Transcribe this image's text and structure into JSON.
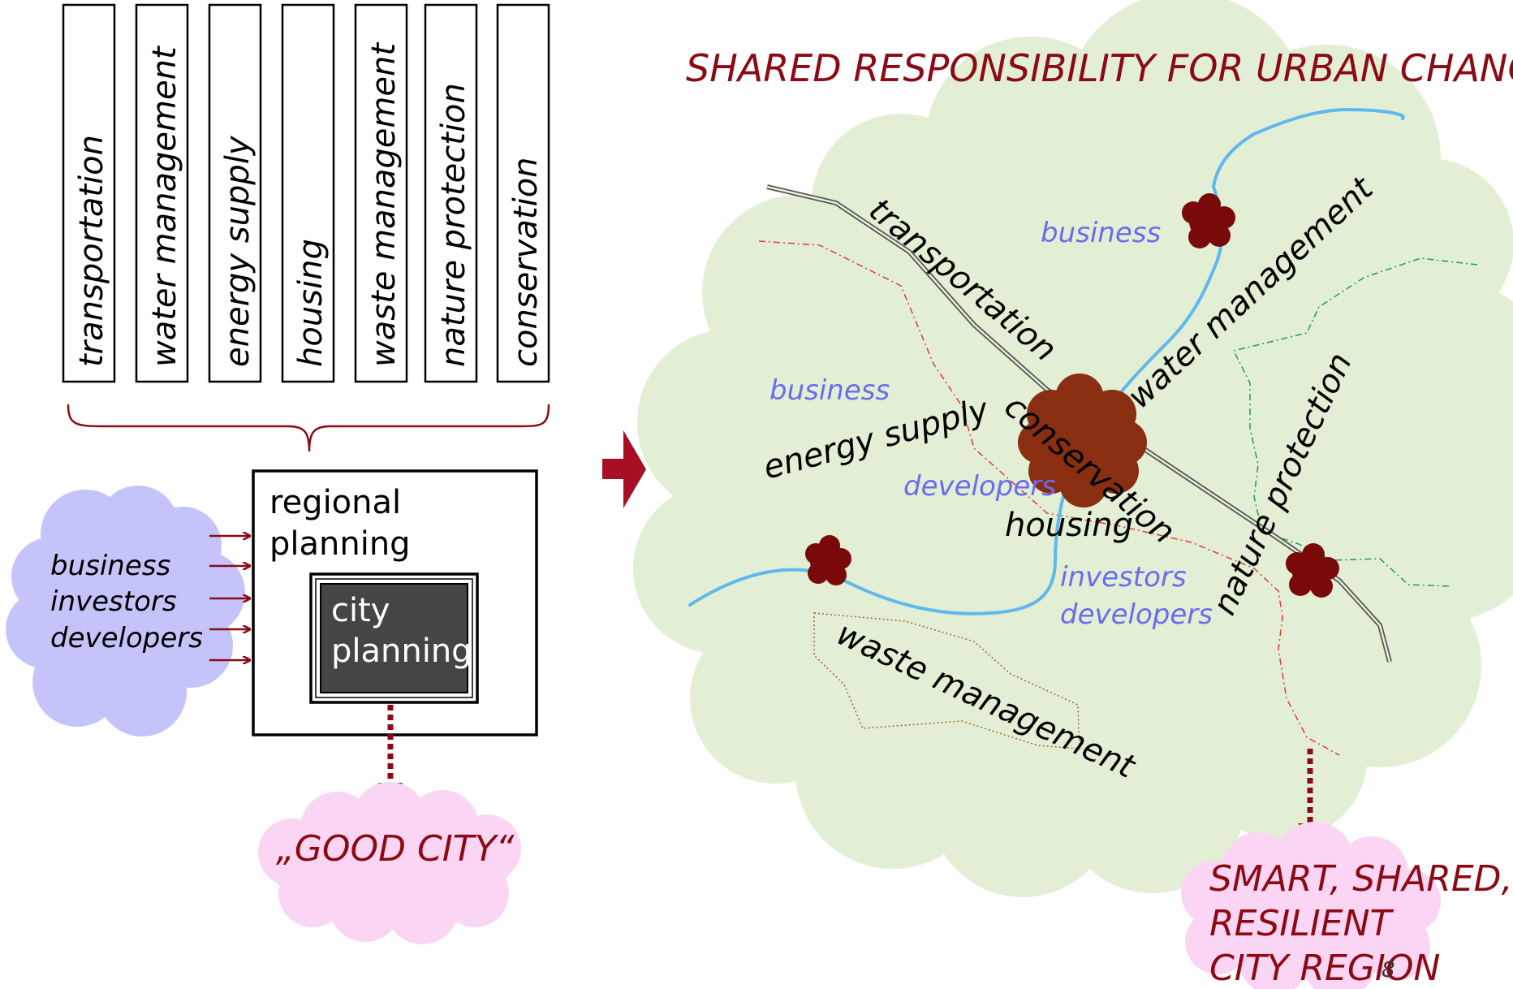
{
  "left": {
    "sectors": [
      "transportation",
      "water management",
      "energy supply",
      "housing",
      "waste management",
      "nature protection",
      "conservation"
    ],
    "stakeholders": [
      "business",
      "investors",
      "developers"
    ],
    "regional_planning": [
      "regional",
      "planning"
    ],
    "city_planning": [
      "city",
      "planning"
    ],
    "outcome": "„GOOD CITY“"
  },
  "right": {
    "title": "SHARED RESPONSIBILITY FOR URBAN CHANGE",
    "map_labels": {
      "transportation": "transportation",
      "water_management": "water management",
      "energy_supply": "energy supply",
      "conservation": "conservation",
      "housing": "housing",
      "nature_protection": "nature protection",
      "waste_management": "waste management"
    },
    "actor_labels": {
      "business_top": "business",
      "business_left": "business",
      "developers_center": "developers",
      "investors": "investors",
      "developers_bottom": "developers"
    },
    "outcome": [
      "SMART, SHARED,",
      "RESILIENT",
      "CITY REGION"
    ],
    "page_number": "8"
  },
  "colors": {
    "accent_red": "#8b0a14",
    "cloud_green": "#e2efd4",
    "cloud_blue": "#c4c4fa",
    "cloud_pink": "#fad6f4",
    "river_blue": "#5fb8ee",
    "city_brown": "#7a0a0a",
    "core_brown": "#8a2e12",
    "stakeholder_blue": "#6b6bf0"
  }
}
